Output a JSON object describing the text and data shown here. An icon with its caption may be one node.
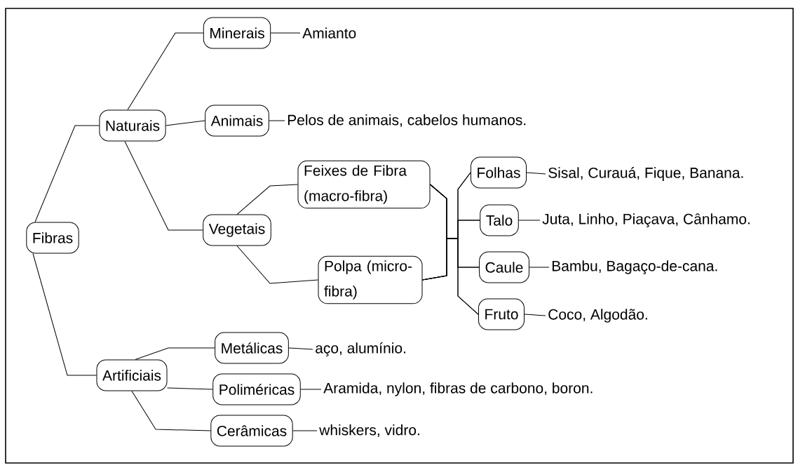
{
  "diagram": {
    "nodes": [
      {
        "text": [
          "Fibras"
        ]
      },
      {
        "text": [
          "Naturais"
        ]
      },
      {
        "text": [
          "Artificiais"
        ]
      },
      {
        "text": [
          "Minerais"
        ]
      },
      {
        "text": [
          "Amianto"
        ]
      },
      {
        "text": [
          "Animais"
        ]
      },
      {
        "text": [
          "Pelos de animais, cabelos humanos."
        ]
      },
      {
        "text": [
          "Vegetais"
        ]
      },
      {
        "text": [
          "Feixes de Fibra (macro-fibra)"
        ]
      },
      {
        "text": [
          "Polpa (micro-fibra)"
        ]
      },
      {
        "text": [
          "Folhas"
        ]
      },
      {
        "text": [
          "Sisal, Curauá, Fique, Banana."
        ]
      },
      {
        "text": [
          "Talo"
        ]
      },
      {
        "text": [
          "Juta, Linho, Piaçava, Cânhamo."
        ]
      },
      {
        "text": [
          "Caule"
        ]
      },
      {
        "text": [
          "Bambu, Bagaço-de-cana."
        ]
      },
      {
        "text": [
          "Fruto"
        ]
      },
      {
        "text": [
          "Coco, Algodão."
        ]
      },
      {
        "text": [
          "Metálicas"
        ]
      },
      {
        "text": [
          "aço, alumínio."
        ]
      },
      {
        "text": [
          "Poliméricas"
        ]
      },
      {
        "text": [
          "Aramida, nylon, fibras de carbono, boron."
        ]
      },
      {
        "text": [
          "Cerâmicas"
        ]
      },
      {
        "text": [
          "whiskers, vidro."
        ]
      }
    ],
    "edges": [
      {
        "from": 0,
        "to": 1,
        "arrow": "none"
      },
      {
        "from": 0,
        "to": 2,
        "arrow": "none"
      },
      {
        "from": 1,
        "to": 3,
        "arrow": "none"
      },
      {
        "from": 3,
        "to": 4,
        "arrow": "none"
      },
      {
        "from": 1,
        "to": 5,
        "arrow": "none"
      },
      {
        "from": 5,
        "to": 6,
        "arrow": "none"
      },
      {
        "from": 1,
        "to": 7,
        "arrow": "none"
      },
      {
        "from": 7,
        "to": 8,
        "arrow": "none"
      },
      {
        "from": 7,
        "to": 9,
        "arrow": "none"
      },
      {
        "from": 8,
        "to": 10,
        "arrow": "none"
      },
      {
        "from": 8,
        "to": 12,
        "arrow": "none"
      },
      {
        "from": 8,
        "to": 14,
        "arrow": "none"
      },
      {
        "from": 8,
        "to": 16,
        "arrow": "none"
      },
      {
        "from": 9,
        "to": 10,
        "arrow": "none"
      },
      {
        "from": 9,
        "to": 12,
        "arrow": "none"
      },
      {
        "from": 9,
        "to": 14,
        "arrow": "none"
      },
      {
        "from": 9,
        "to": 16,
        "arrow": "none"
      },
      {
        "from": 10,
        "to": 11,
        "arrow": "none"
      },
      {
        "from": 12,
        "to": 13,
        "arrow": "none"
      },
      {
        "from": 14,
        "to": 15,
        "arrow": "none"
      },
      {
        "from": 16,
        "to": 17,
        "arrow": "none"
      },
      {
        "from": 2,
        "to": 18,
        "arrow": "none"
      },
      {
        "from": 18,
        "to": 19,
        "arrow": "none"
      },
      {
        "from": 2,
        "to": 20,
        "arrow": "none"
      },
      {
        "from": 20,
        "to": 21,
        "arrow": "none"
      },
      {
        "from": 2,
        "to": 22,
        "arrow": "none"
      },
      {
        "from": 22,
        "to": 23,
        "arrow": "none"
      }
    ]
  }
}
